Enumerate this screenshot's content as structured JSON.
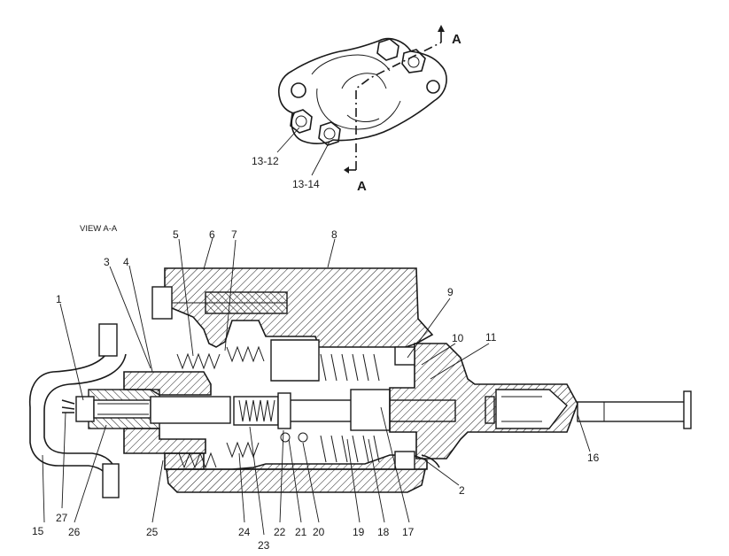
{
  "section_marker": {
    "top": "A",
    "bottom": "A"
  },
  "view_title": "VIEW A-A",
  "flange_callouts": [
    "13-12",
    "13-14"
  ],
  "part_callouts": {
    "p1": "1",
    "p2": "2",
    "p3": "3",
    "p4": "4",
    "p5": "5",
    "p6": "6",
    "p7": "7",
    "p8": "8",
    "p9": "9",
    "p10": "10",
    "p11": "11",
    "p15": "15",
    "p16": "16",
    "p17": "17",
    "p18": "18",
    "p19": "19",
    "p20": "20",
    "p21": "21",
    "p22": "22",
    "p23": "23",
    "p24": "24",
    "p25": "25",
    "p26": "26",
    "p27": "27"
  }
}
